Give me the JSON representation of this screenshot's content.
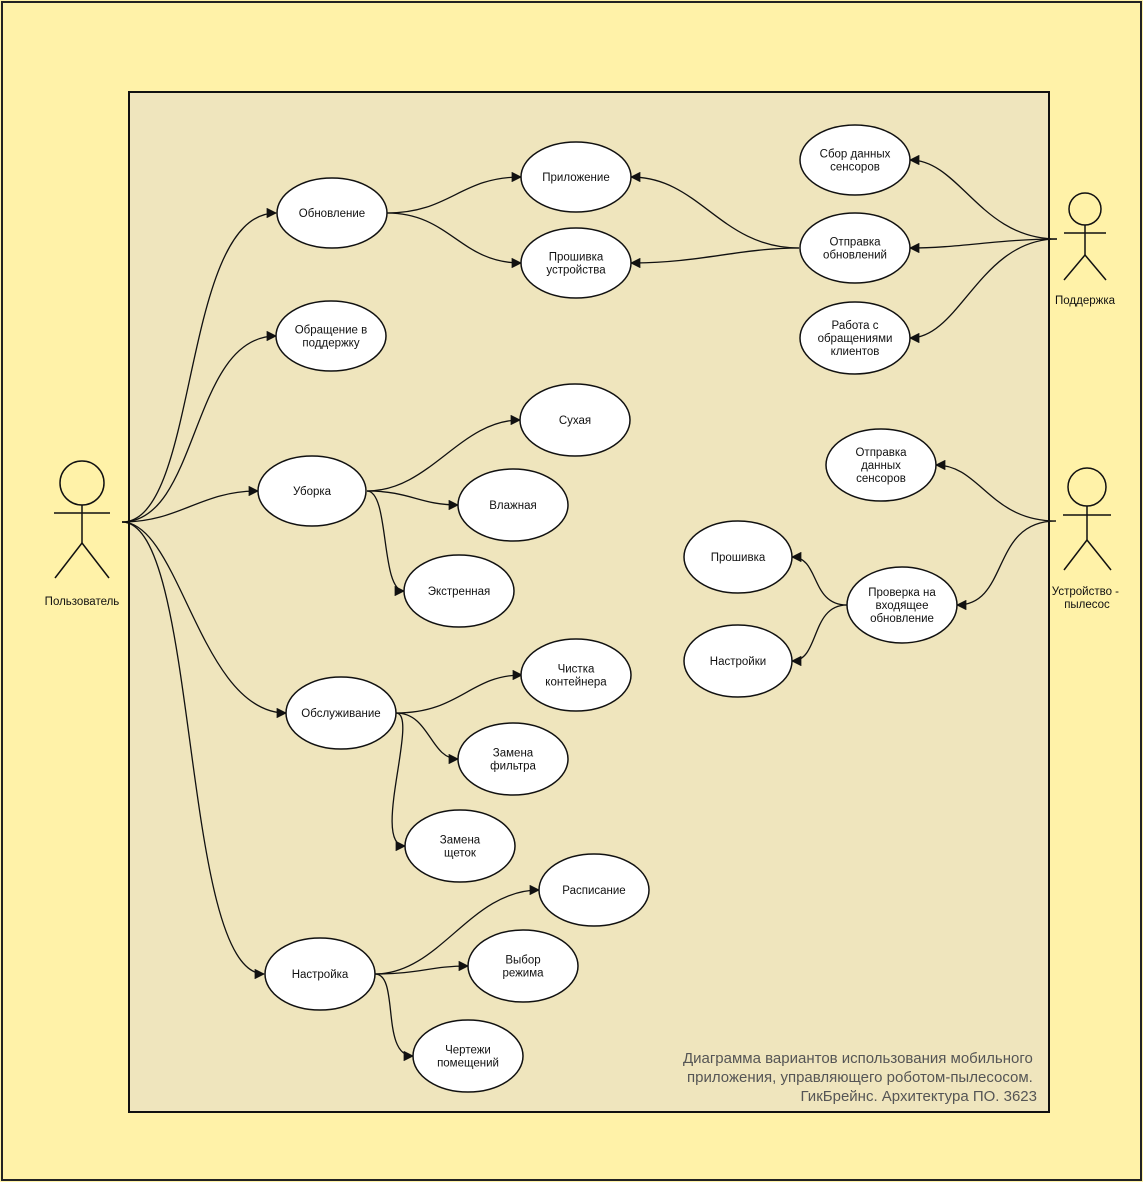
{
  "actors": {
    "user": "Пользователь",
    "support": "Поддержка",
    "device_lines": [
      "Устройство -",
      "пылесос"
    ]
  },
  "use_cases": {
    "update": [
      "Обновление"
    ],
    "support_request": [
      "Обращение в",
      "поддержку"
    ],
    "cleaning": [
      "Уборка"
    ],
    "maintenance": [
      "Обслуживание"
    ],
    "settings": [
      "Настройка"
    ],
    "app": [
      "Приложение"
    ],
    "firmware": [
      "Прошивка",
      "устройства"
    ],
    "dry": [
      "Сухая"
    ],
    "wet": [
      "Влажная"
    ],
    "emergency": [
      "Экстренная"
    ],
    "container": [
      "Чистка",
      "контейнера"
    ],
    "filter": [
      "Замена",
      "фильтра"
    ],
    "brushes": [
      "Замена",
      "щеток"
    ],
    "schedule": [
      "Расписание"
    ],
    "mode": [
      "Выбор",
      "режима"
    ],
    "floorplans": [
      "Чертежи",
      "помещений"
    ],
    "sensor_collect": [
      "Сбор данных",
      "сенсоров"
    ],
    "send_updates": [
      "Отправка",
      "обновлений"
    ],
    "tickets": [
      "Работа с",
      "обращениями",
      "клиентов"
    ],
    "sensor_send": [
      "Отправка",
      "данных",
      "сенсоров"
    ],
    "check_update": [
      "Проверка на",
      "входящее",
      "обновление"
    ],
    "dev_firmware": [
      "Прошивка"
    ],
    "dev_settings": [
      "Настройки"
    ]
  },
  "caption_lines": [
    "Диаграмма вариантов использования мобильного",
    "приложения, управляющего роботом-пылесосом.",
    "ГикБрейнс. Архитектура ПО. 3623"
  ],
  "colors": {
    "page_background": "#fff2a8",
    "system_boundary_fill": "#efe5bd",
    "ellipse_fill": "#ffffff",
    "stroke": "#111111",
    "caption_text": "#555555"
  }
}
